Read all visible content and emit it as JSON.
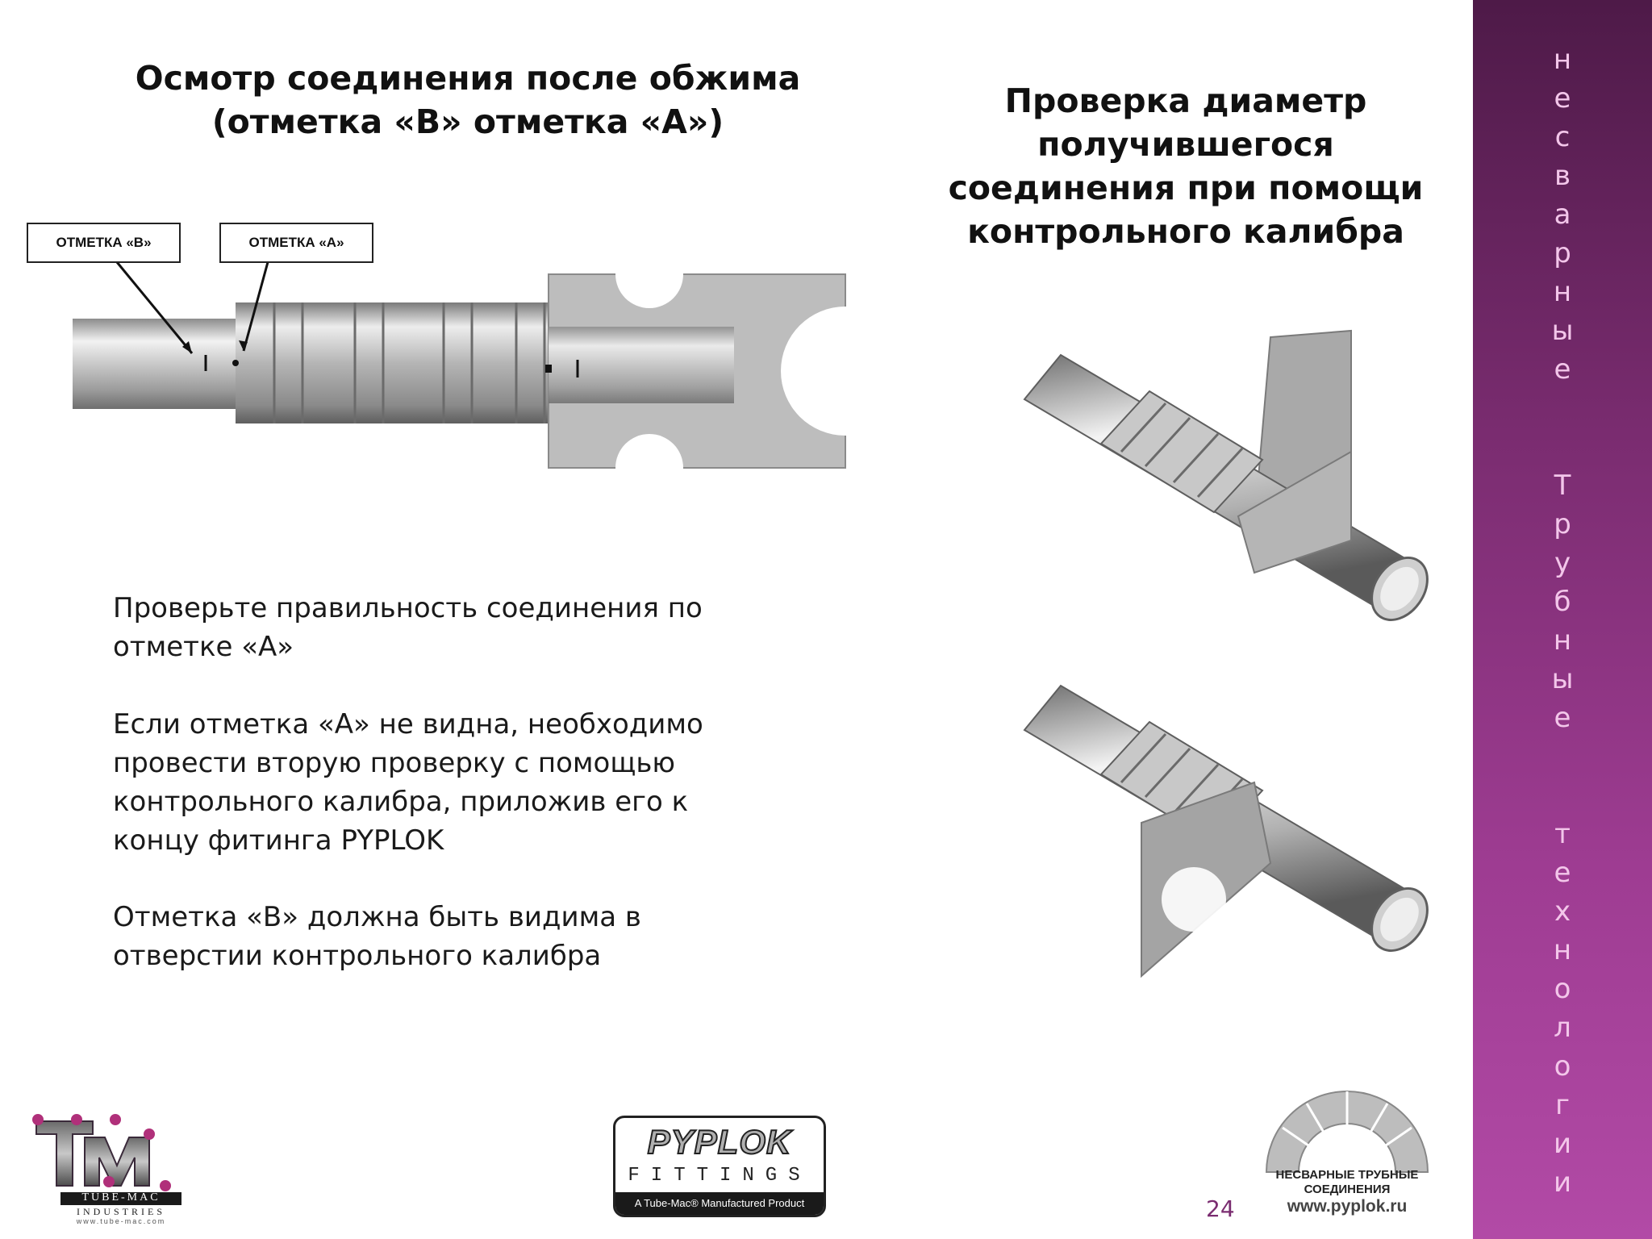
{
  "slide": {
    "title_left": "Осмотр соединения после обжима (отметка «В» отметка «А»)",
    "title_right": "Проверка диаметр получившегося соединения при помощи контрольного калибра",
    "callout_b": "ОТМЕТКА «В»",
    "callout_a": "ОТМЕТКА «А»",
    "paragraph_1": "Проверьте правильность соединения по отметке «А»",
    "paragraph_2": "Если отметка «А» не  видна, необходимо провести вторую проверку с помощью контрольного калибра, приложив его к концу фитинга PYPLOK",
    "paragraph_3": "Отметка «В»  должна быть видима в отверстии контрольного калибра",
    "page_number": "24"
  },
  "sidebar": {
    "vertical_text": "н\nе\nс\nв\nа\nр\nн\nы\nе\n\n\nТ\nр\nу\nб\nн\nы\nе\n\n\nт\nе\nх\nн\nо\nл\nо\nг\nи\nи"
  },
  "logos": {
    "tubemac_brand": "TUBE-MAC",
    "tubemac_sub": "INDUSTRIES",
    "tubemac_url": "www.tube-mac.com",
    "pyplok_brand": "PYPLOK",
    "pyplok_fittings": "FITTINGS",
    "pyplok_tagline": "A Tube-Mac® Manufactured Product",
    "right_logo_line1": "НЕСВАРНЫЕ ТРУБНЫЕ",
    "right_logo_line2": "СОЕДИНЕНИЯ",
    "right_logo_url": "www.pyplok.ru"
  },
  "colors": {
    "sidebar": "#8e3484",
    "sidebar_text": "#f3c6ea",
    "page_number": "#7a2c70"
  }
}
